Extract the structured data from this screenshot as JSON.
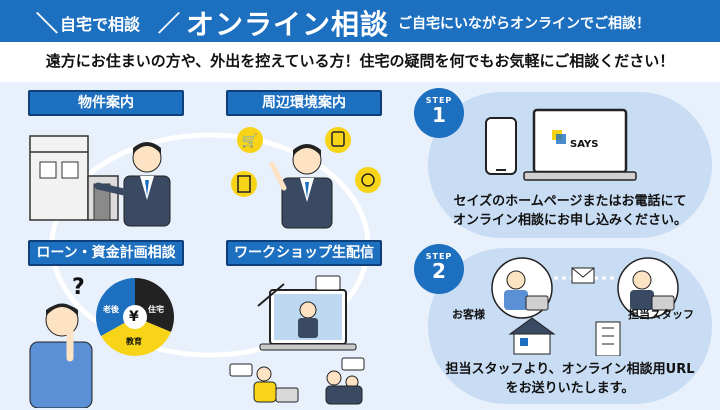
{
  "header": {
    "tag": "自宅で相談",
    "title": "オンライン相談",
    "subtitle": "ご自宅にいながらオンラインでご相談！"
  },
  "intro": "遠方にお住まいの方や、外出を控えている方！住宅の疑問を何でもお気軽にご相談ください！",
  "services": [
    {
      "label": "物件案内"
    },
    {
      "label": "周辺環境案内"
    },
    {
      "label": "ローン・資金計画相談"
    },
    {
      "label": "ワークショップ生配信"
    }
  ],
  "pie": {
    "center": "¥",
    "segments": [
      "老後",
      "住宅",
      "教育"
    ]
  },
  "steps": [
    {
      "badge_word": "STEP",
      "number": "1",
      "laptop_brand": "SAYS",
      "text_line1": "セイズのホームページまたはお電話にて",
      "text_line2": "オンライン相談にお申し込みください。"
    },
    {
      "badge_word": "STEP",
      "number": "2",
      "customer_label": "お客様",
      "staff_label": "担当スタッフ",
      "text_line1": "担当スタッフより、オンライン相談用URL",
      "text_line2": "をお送りいたします。"
    }
  ],
  "colors": {
    "brand_blue": "#1d6fc0",
    "dark_navy": "#0f3f78",
    "light_panel": "#e7f0fb",
    "step_card": "#c8dcf3",
    "yellow": "#f7d417"
  },
  "icons": [
    "cart-icon",
    "train-icon",
    "building-icon",
    "dining-icon",
    "question-icon",
    "envelope-icon"
  ]
}
